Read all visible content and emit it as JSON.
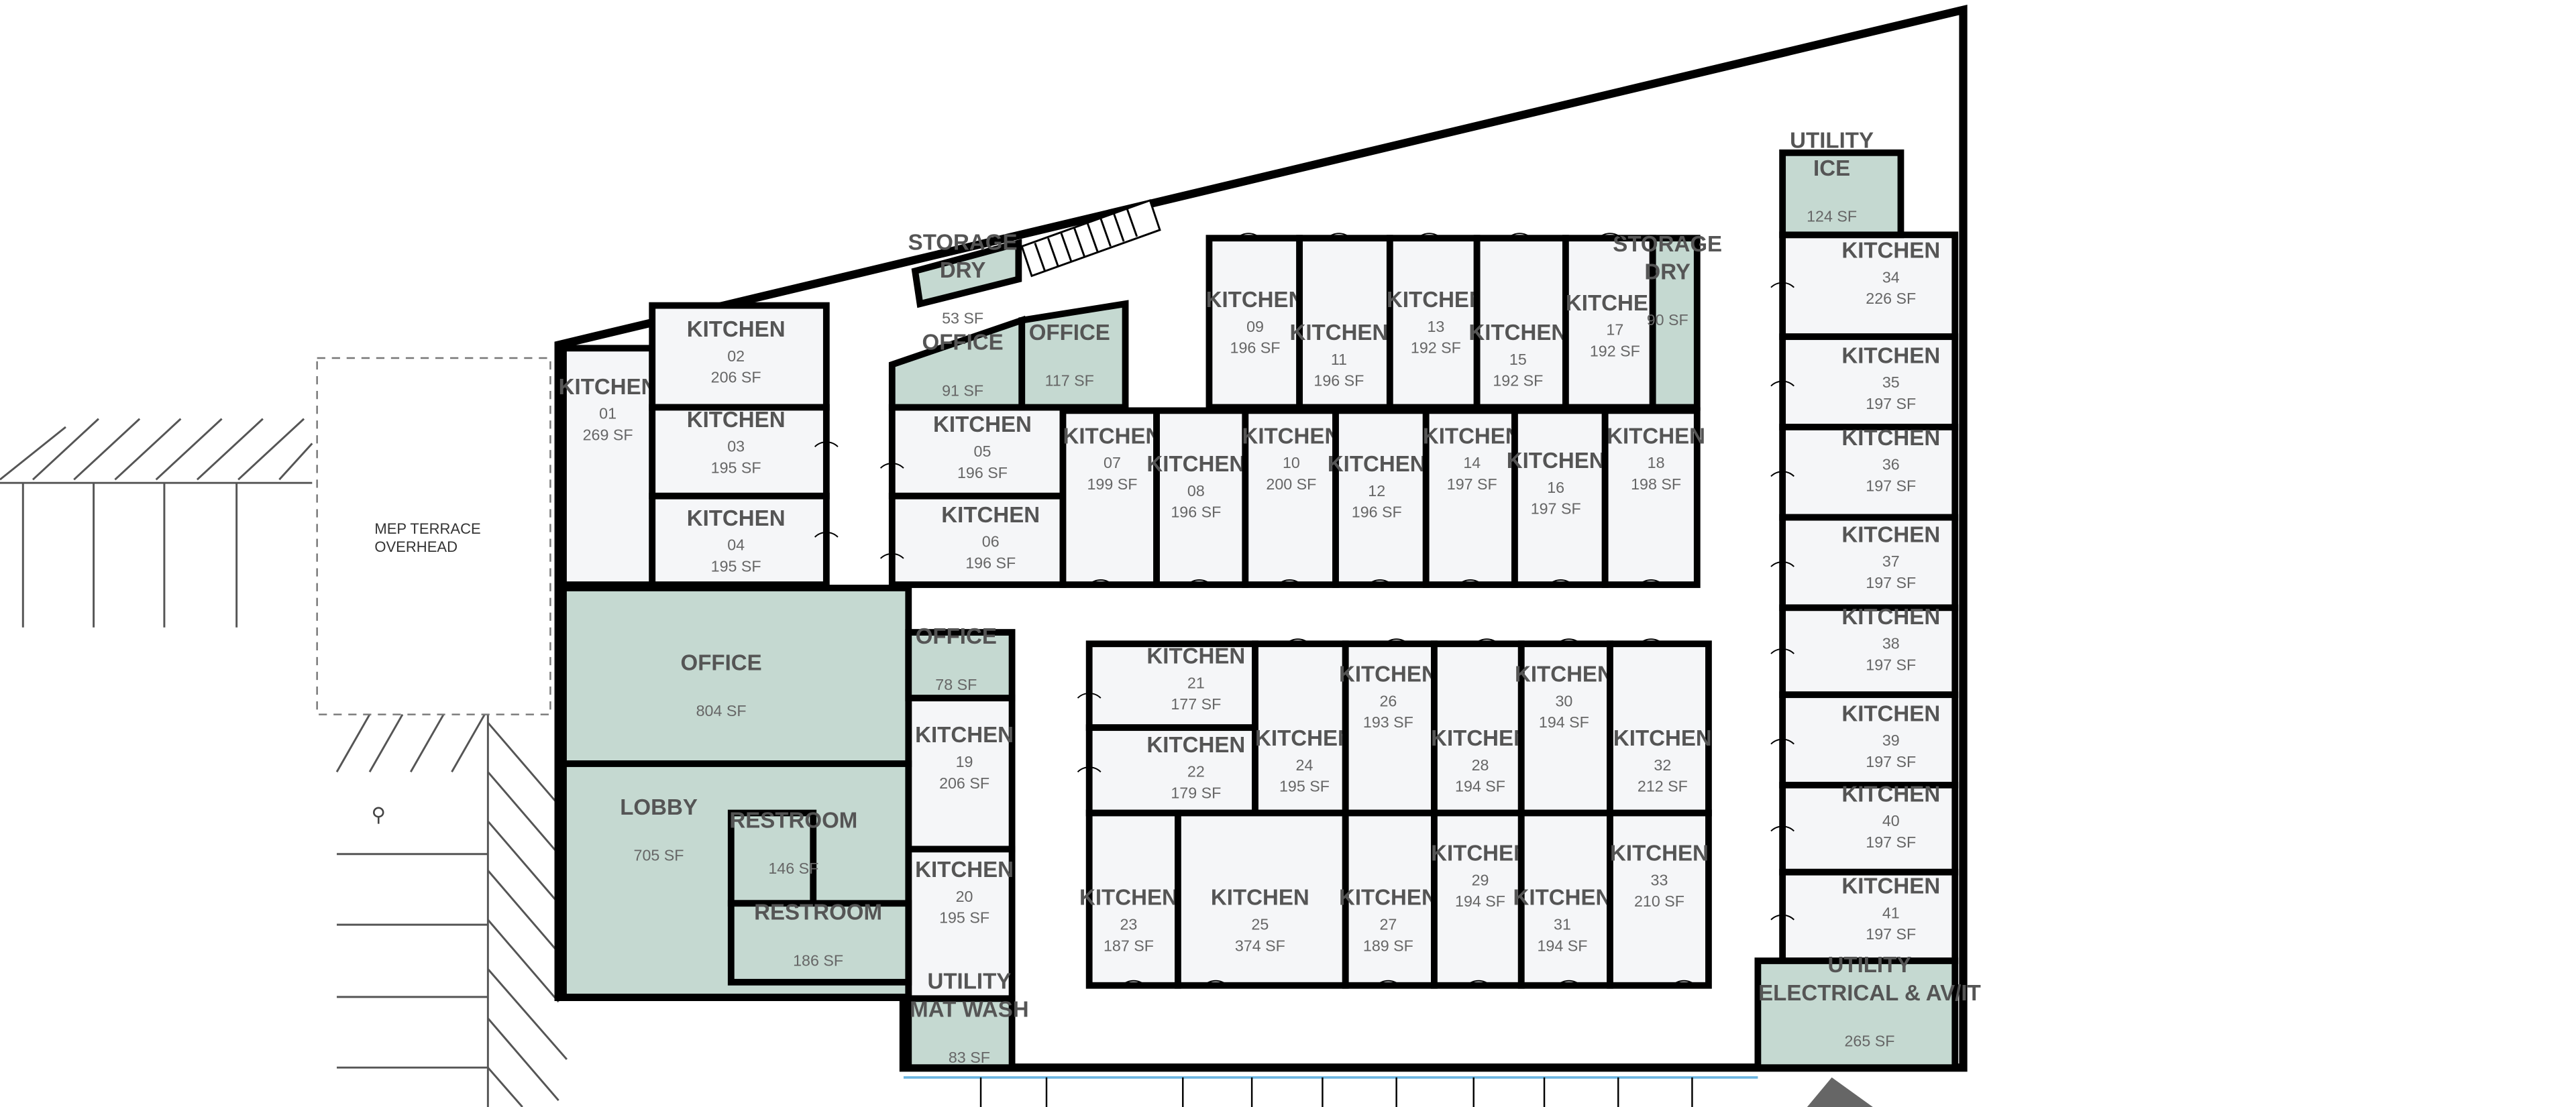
{
  "colors": {
    "kitchen_fill": "#f5f6f8",
    "support_fill": "#c5d9d1",
    "wall": "#000000",
    "label": "#555555"
  },
  "mep_terrace": {
    "lines": [
      "MEP TERRACE",
      "OVERHEAD"
    ]
  },
  "rooms": [
    {
      "label_lines": [
        "KITCHEN"
      ],
      "number": "01",
      "area": "269 SF",
      "type": "kitchen"
    },
    {
      "label_lines": [
        "KITCHEN"
      ],
      "number": "02",
      "area": "206 SF",
      "type": "kitchen"
    },
    {
      "label_lines": [
        "KITCHEN"
      ],
      "number": "03",
      "area": "195 SF",
      "type": "kitchen"
    },
    {
      "label_lines": [
        "KITCHEN"
      ],
      "number": "04",
      "area": "195 SF",
      "type": "kitchen"
    },
    {
      "label_lines": [
        "KITCHEN"
      ],
      "number": "05",
      "area": "196 SF",
      "type": "kitchen"
    },
    {
      "label_lines": [
        "KITCHEN"
      ],
      "number": "06",
      "area": "196 SF",
      "type": "kitchen"
    },
    {
      "label_lines": [
        "KITCHEN"
      ],
      "number": "07",
      "area": "199 SF",
      "type": "kitchen"
    },
    {
      "label_lines": [
        "KITCHEN"
      ],
      "number": "08",
      "area": "196 SF",
      "type": "kitchen"
    },
    {
      "label_lines": [
        "KITCHEN"
      ],
      "number": "09",
      "area": "196 SF",
      "type": "kitchen"
    },
    {
      "label_lines": [
        "KITCHEN"
      ],
      "number": "10",
      "area": "200 SF",
      "type": "kitchen"
    },
    {
      "label_lines": [
        "KITCHEN"
      ],
      "number": "11",
      "area": "196 SF",
      "type": "kitchen"
    },
    {
      "label_lines": [
        "KITCHEN"
      ],
      "number": "12",
      "area": "196 SF",
      "type": "kitchen"
    },
    {
      "label_lines": [
        "KITCHEN"
      ],
      "number": "13",
      "area": "192 SF",
      "type": "kitchen"
    },
    {
      "label_lines": [
        "KITCHEN"
      ],
      "number": "14",
      "area": "197 SF",
      "type": "kitchen"
    },
    {
      "label_lines": [
        "KITCHEN"
      ],
      "number": "15",
      "area": "192 SF",
      "type": "kitchen"
    },
    {
      "label_lines": [
        "KITCHEN"
      ],
      "number": "16",
      "area": "197 SF",
      "type": "kitchen"
    },
    {
      "label_lines": [
        "KITCHEN"
      ],
      "number": "17",
      "area": "192 SF",
      "type": "kitchen"
    },
    {
      "label_lines": [
        "KITCHEN"
      ],
      "number": "18",
      "area": "198 SF",
      "type": "kitchen"
    },
    {
      "label_lines": [
        "KITCHEN"
      ],
      "number": "19",
      "area": "206 SF",
      "type": "kitchen"
    },
    {
      "label_lines": [
        "KITCHEN"
      ],
      "number": "20",
      "area": "195 SF",
      "type": "kitchen"
    },
    {
      "label_lines": [
        "KITCHEN"
      ],
      "number": "21",
      "area": "177 SF",
      "type": "kitchen"
    },
    {
      "label_lines": [
        "KITCHEN"
      ],
      "number": "22",
      "area": "179 SF",
      "type": "kitchen"
    },
    {
      "label_lines": [
        "KITCHEN"
      ],
      "number": "23",
      "area": "187 SF",
      "type": "kitchen"
    },
    {
      "label_lines": [
        "KITCHEN"
      ],
      "number": "24",
      "area": "195 SF",
      "type": "kitchen"
    },
    {
      "label_lines": [
        "KITCHEN"
      ],
      "number": "25",
      "area": "374 SF",
      "type": "kitchen"
    },
    {
      "label_lines": [
        "KITCHEN"
      ],
      "number": "26",
      "area": "193 SF",
      "type": "kitchen"
    },
    {
      "label_lines": [
        "KITCHEN"
      ],
      "number": "27",
      "area": "189 SF",
      "type": "kitchen"
    },
    {
      "label_lines": [
        "KITCHEN"
      ],
      "number": "28",
      "area": "194 SF",
      "type": "kitchen"
    },
    {
      "label_lines": [
        "KITCHEN"
      ],
      "number": "29",
      "area": "194 SF",
      "type": "kitchen"
    },
    {
      "label_lines": [
        "KITCHEN"
      ],
      "number": "30",
      "area": "194 SF",
      "type": "kitchen"
    },
    {
      "label_lines": [
        "KITCHEN"
      ],
      "number": "31",
      "area": "194 SF",
      "type": "kitchen"
    },
    {
      "label_lines": [
        "KITCHEN"
      ],
      "number": "32",
      "area": "212 SF",
      "type": "kitchen"
    },
    {
      "label_lines": [
        "KITCHEN"
      ],
      "number": "33",
      "area": "210 SF",
      "type": "kitchen"
    },
    {
      "label_lines": [
        "KITCHEN"
      ],
      "number": "34",
      "area": "226 SF",
      "type": "kitchen"
    },
    {
      "label_lines": [
        "KITCHEN"
      ],
      "number": "35",
      "area": "197 SF",
      "type": "kitchen"
    },
    {
      "label_lines": [
        "KITCHEN"
      ],
      "number": "36",
      "area": "197 SF",
      "type": "kitchen"
    },
    {
      "label_lines": [
        "KITCHEN"
      ],
      "number": "37",
      "area": "197 SF",
      "type": "kitchen"
    },
    {
      "label_lines": [
        "KITCHEN"
      ],
      "number": "38",
      "area": "197 SF",
      "type": "kitchen"
    },
    {
      "label_lines": [
        "KITCHEN"
      ],
      "number": "39",
      "area": "197 SF",
      "type": "kitchen"
    },
    {
      "label_lines": [
        "KITCHEN"
      ],
      "number": "40",
      "area": "197 SF",
      "type": "kitchen"
    },
    {
      "label_lines": [
        "KITCHEN"
      ],
      "number": "41",
      "area": "197 SF",
      "type": "kitchen"
    },
    {
      "label_lines": [
        "STORAGE",
        "DRY"
      ],
      "number": null,
      "area": "53 SF",
      "type": "support"
    },
    {
      "label_lines": [
        "OFFICE"
      ],
      "number": null,
      "area": "91 SF",
      "type": "support"
    },
    {
      "label_lines": [
        "OFFICE"
      ],
      "number": null,
      "area": "117 SF",
      "type": "support"
    },
    {
      "label_lines": [
        "STORAGE",
        "DRY"
      ],
      "number": null,
      "area": "90 SF",
      "type": "support"
    },
    {
      "label_lines": [
        "UTILITY",
        "ICE"
      ],
      "number": null,
      "area": "124 SF",
      "type": "support"
    },
    {
      "label_lines": [
        "UTILITY",
        "ELECTRICAL & AV/IT"
      ],
      "number": null,
      "area": "265 SF",
      "type": "support"
    },
    {
      "label_lines": [
        "OFFICE"
      ],
      "number": null,
      "area": "804 SF",
      "type": "support"
    },
    {
      "label_lines": [
        "LOBBY"
      ],
      "number": null,
      "area": "705 SF",
      "type": "support"
    },
    {
      "label_lines": [
        "RESTROOM"
      ],
      "number": null,
      "area": "146 SF",
      "type": "support"
    },
    {
      "label_lines": [
        "RESTROOM"
      ],
      "number": null,
      "area": "186 SF",
      "type": "support"
    },
    {
      "label_lines": [
        "OFFICE"
      ],
      "number": null,
      "area": "78 SF",
      "type": "support"
    },
    {
      "label_lines": [
        "UTILITY",
        "MAT WASH"
      ],
      "number": null,
      "area": "83 SF",
      "type": "support"
    }
  ]
}
